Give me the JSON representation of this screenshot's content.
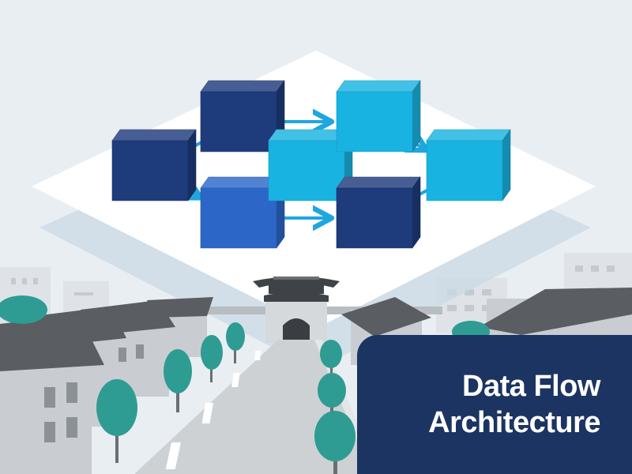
{
  "title": {
    "line1": "Data Flow",
    "line2": "Architecture"
  },
  "colors": {
    "sky": "#e9eef3",
    "platform": "#ffffff",
    "platform_shadow": "#c9d9e4",
    "block_navy": "#1e3b7c",
    "block_blue": "#2c67c8",
    "block_cyan": "#19b3e2",
    "arrow": "#1ea6df",
    "card": "#1c3461",
    "building": "#c9cdd1",
    "roof": "#5a5e62",
    "tree": "#2e9c92",
    "road": "#cdd1d4",
    "lane": "#ffffff"
  },
  "diagram": {
    "blocks": [
      {
        "id": "b1",
        "tone": "block_navy"
      },
      {
        "id": "b2",
        "tone": "block_navy"
      },
      {
        "id": "b3",
        "tone": "block_blue"
      },
      {
        "id": "b4",
        "tone": "block_cyan"
      },
      {
        "id": "b5",
        "tone": "block_cyan"
      },
      {
        "id": "b6",
        "tone": "block_navy"
      },
      {
        "id": "b7",
        "tone": "block_cyan"
      }
    ],
    "connections": [
      {
        "from": "b1",
        "to": "b2",
        "arrow": false
      },
      {
        "from": "b1",
        "to": "b3",
        "arrow": true
      },
      {
        "from": "b2",
        "to": "b5",
        "arrow": true
      },
      {
        "from": "b3",
        "to": "b6",
        "arrow": true
      },
      {
        "from": "b5",
        "to": "b7",
        "arrow": true
      },
      {
        "from": "b6",
        "to": "b7",
        "arrow": false
      }
    ]
  },
  "icons": {
    "gate": "fortress-gate-icon",
    "tree": "tree-icon",
    "house": "hanok-house-icon"
  }
}
